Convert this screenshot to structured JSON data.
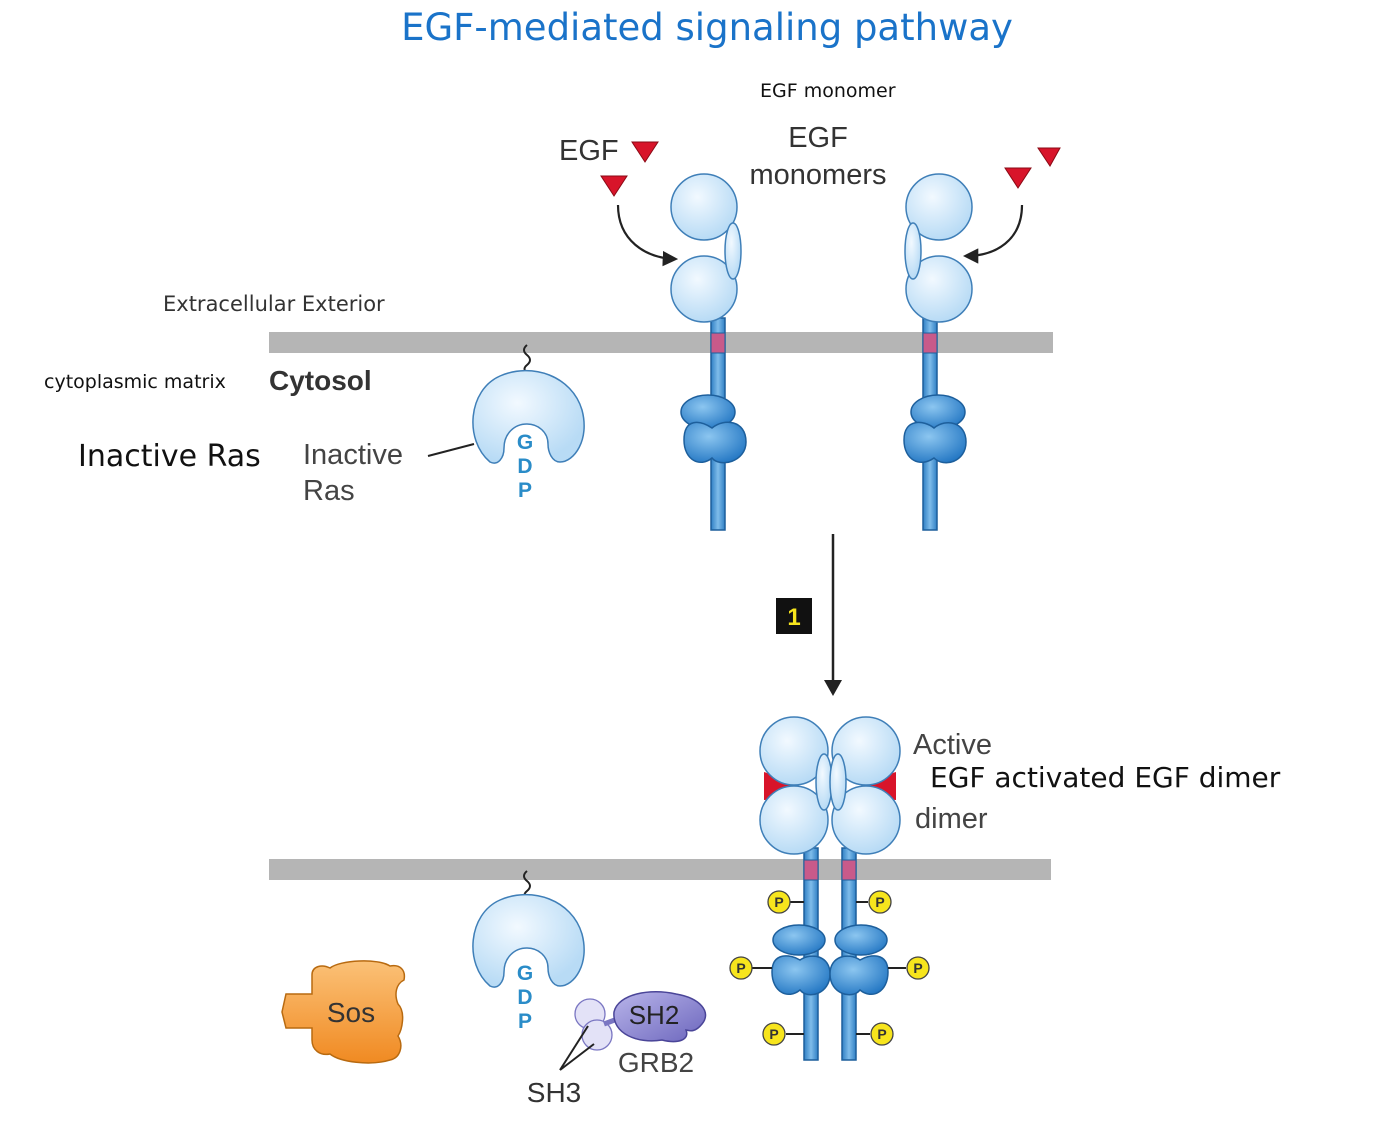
{
  "title": "EGF-mediated signaling pathway",
  "overlay_labels": {
    "egf_monomer": "EGF monomer",
    "extracellular": "Extracellular Exterior",
    "cytoplasmic": "cytoplasmic matrix",
    "inactive_ras": "Inactive Ras",
    "egf_dimer": "EGF activated EGF dimer"
  },
  "figure_labels": {
    "egf": "EGF",
    "egf_monomers_line1": "EGF",
    "egf_monomers_line2": "monomers",
    "cytosol": "Cytosol",
    "inactive_line1": "Inactive",
    "inactive_line2": "Ras",
    "gdp_g": "G",
    "gdp_d": "D",
    "gdp_p": "P",
    "step": "1",
    "active_line1": "Active",
    "dimer_line2": "dimer",
    "sos": "Sos",
    "sh2": "SH2",
    "grb2": "GRB2",
    "sh3": "SH3",
    "phospho": "P"
  },
  "colors": {
    "title": "#1a73c9",
    "receptor_fill": "#cfe6f8",
    "kinase_blue": "#3b92d6",
    "membrane": "#b5b5b5",
    "egf_ligand": "#d8142a",
    "sos_orange": "#f4a040",
    "grb2_purple": "#8c87d0",
    "phosphate_yellow": "#f7e51d"
  }
}
